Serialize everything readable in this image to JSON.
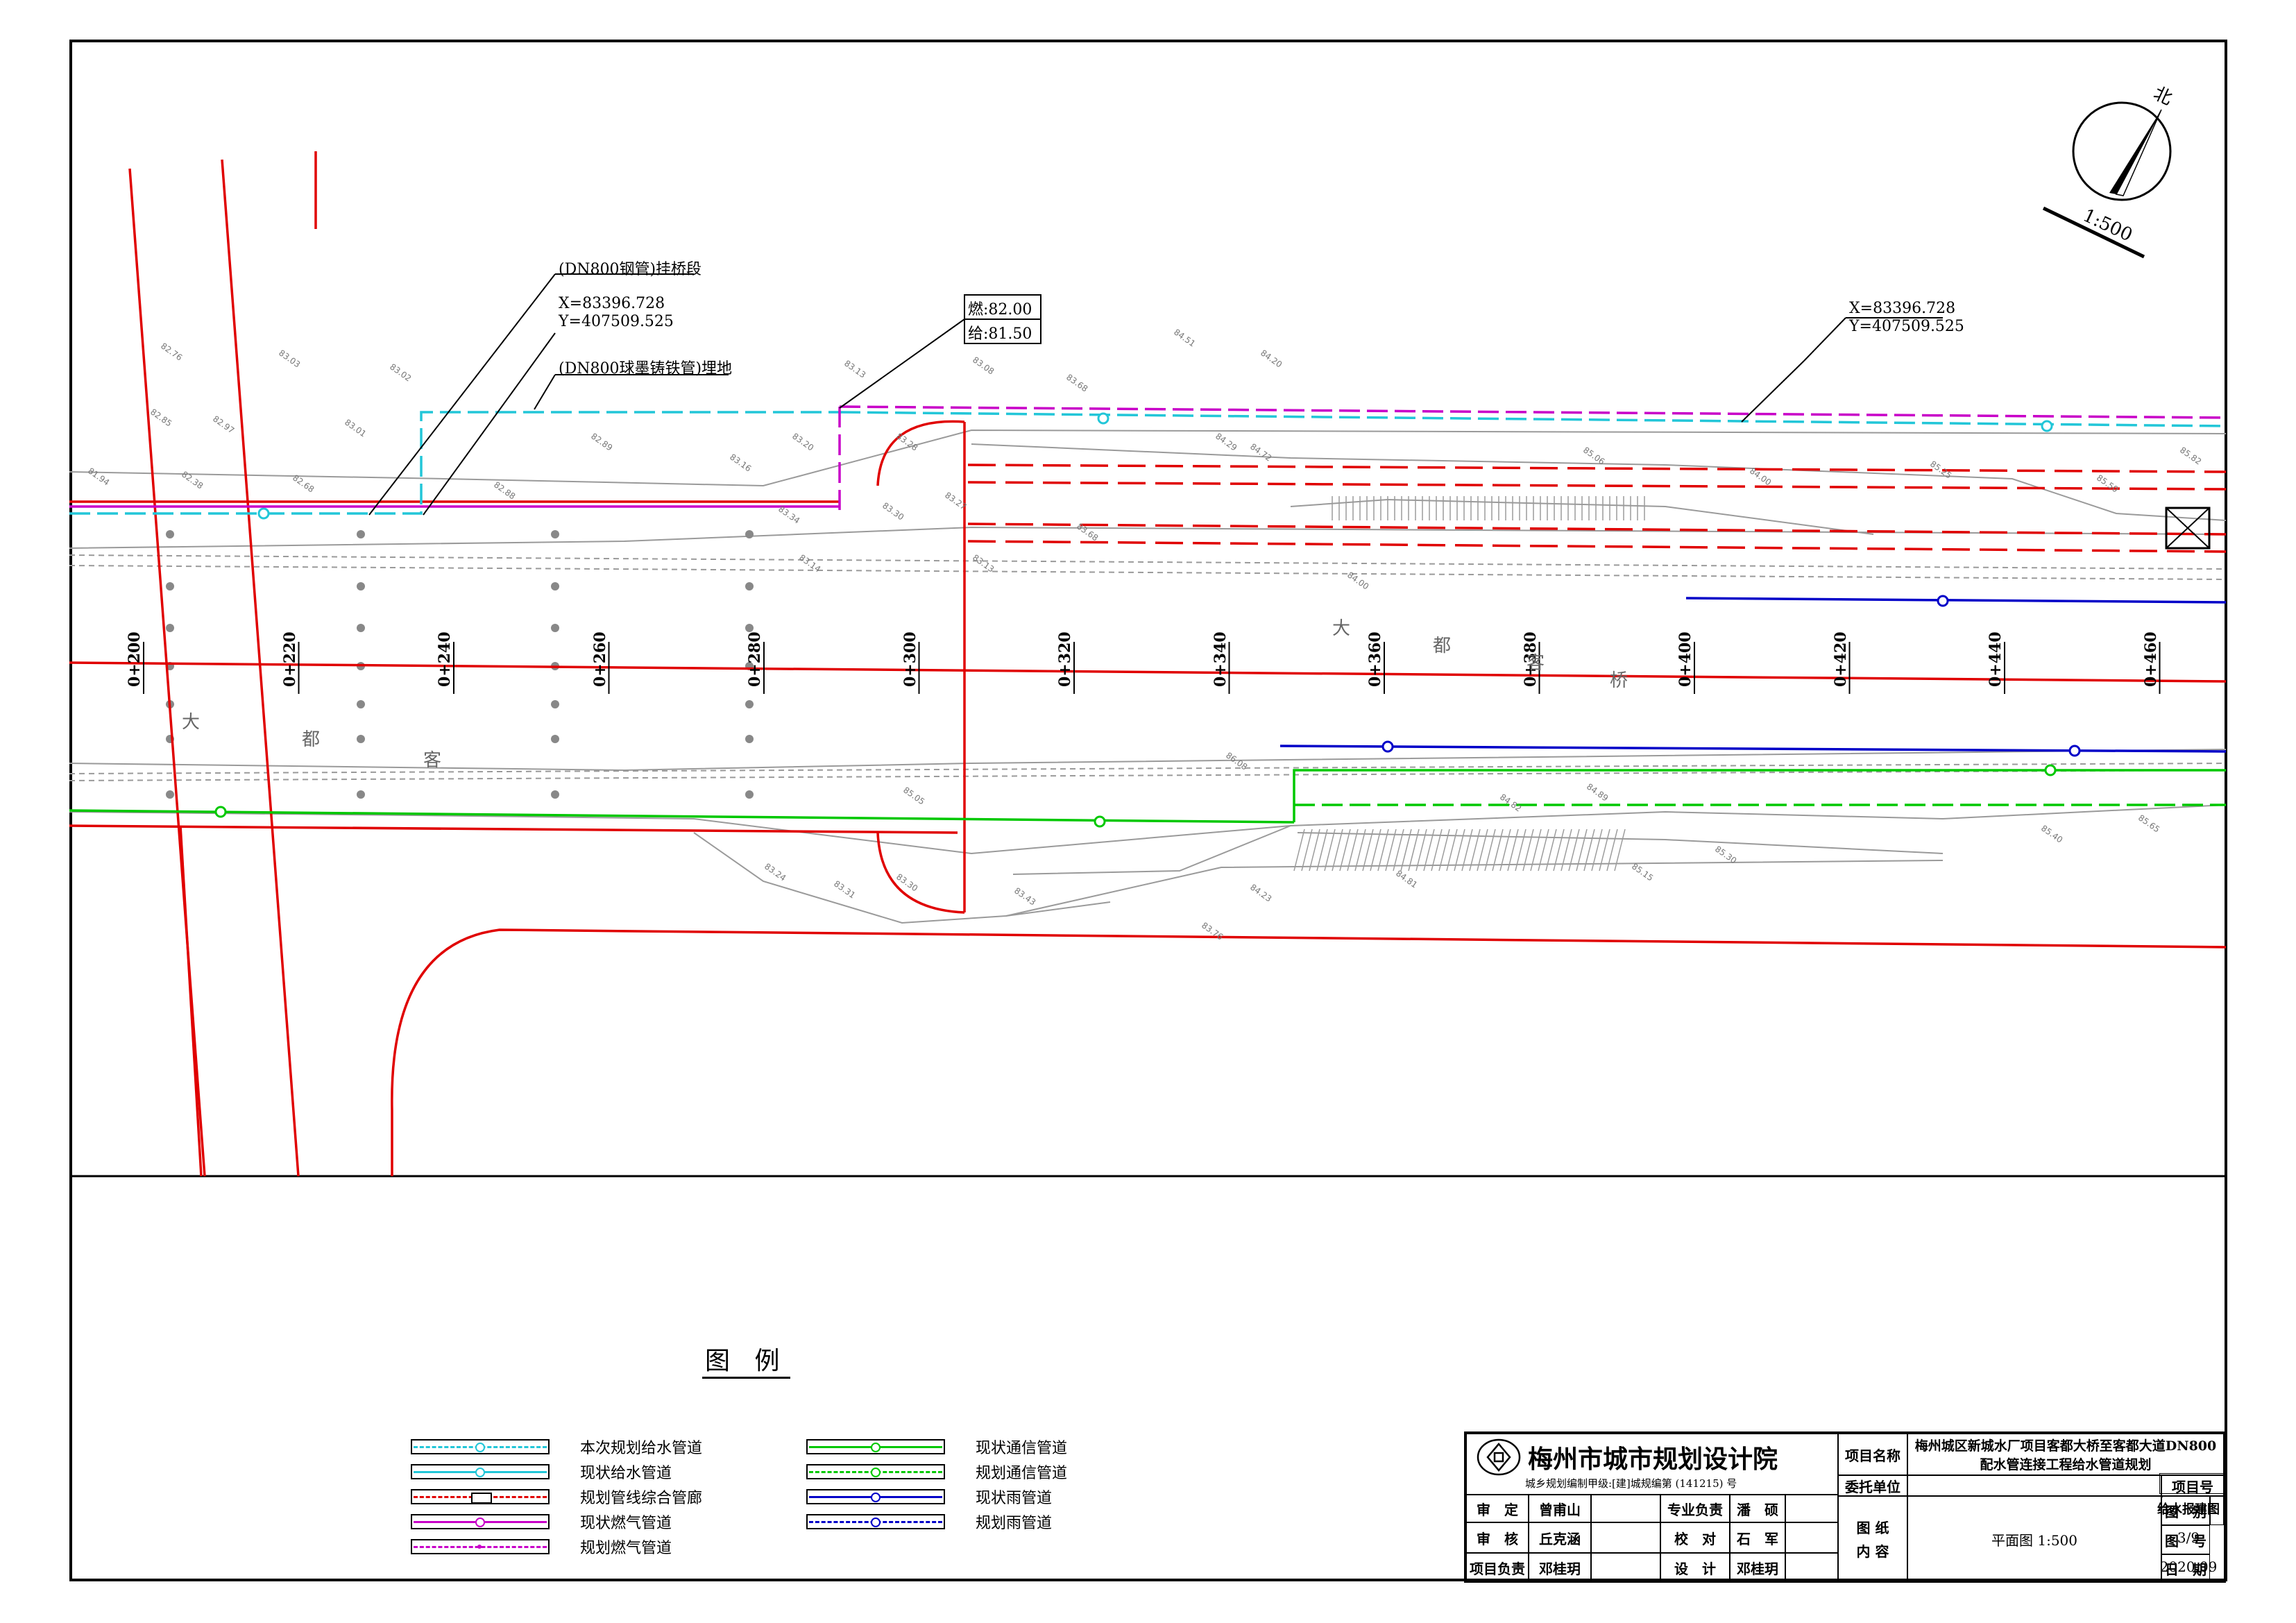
{
  "annotations": {
    "bridge_section": "(DN800钢管)挂桥段",
    "coord_left_x": "X=83396.728",
    "coord_left_y": "Y=407509.525",
    "buried_section": "(DN800球墨铸铁管)埋地",
    "gas_elev": "燃:82.00",
    "water_elev": "给:81.50",
    "coord_right_x": "X=83396.728",
    "coord_right_y": "Y=407509.525",
    "north": "北",
    "scale": "1:500"
  },
  "stations": [
    "0+200",
    "0+220",
    "0+240",
    "0+260",
    "0+280",
    "0+300",
    "0+320",
    "0+340",
    "0+360",
    "0+380",
    "0+400",
    "0+420",
    "0+440",
    "0+460"
  ],
  "road_name_chars": [
    "大",
    "都",
    "客",
    "桥",
    "大",
    "都",
    "客"
  ],
  "elevations": [
    "82.76",
    "83.03",
    "83.02",
    "83.13",
    "83.08",
    "83.68",
    "84.51",
    "84.20",
    "82.85",
    "82.97",
    "83.01",
    "82.89",
    "83.20",
    "83.28",
    "83.16",
    "84.29",
    "84.72",
    "85.06",
    "81.94",
    "82.38",
    "82.68",
    "82.88",
    "83.34",
    "83.30",
    "83.27",
    "84.00",
    "85.25",
    "85.50",
    "85.82",
    "83.14",
    "83.13",
    "83.68",
    "84.00",
    "86.08",
    "85.05",
    "85.40",
    "85.15",
    "85.30",
    "84.89",
    "84.82",
    "84.81",
    "84.23",
    "83.76",
    "83.43",
    "83.31",
    "83.24",
    "83.30",
    "85.65"
  ],
  "legend": {
    "title": "图 例",
    "items": [
      {
        "label": "本次规划给水管道",
        "color": "#22c6d8",
        "style": "dashed",
        "marker": "circle"
      },
      {
        "label": "现状给水管道",
        "color": "#22c6d8",
        "style": "solid",
        "marker": "circle"
      },
      {
        "label": "规划管线综合管廊",
        "color": "#e00000",
        "style": "dashed",
        "marker": "box"
      },
      {
        "label": "现状燃气管道",
        "color": "#c800c8",
        "style": "solid",
        "marker": "circle"
      },
      {
        "label": "规划燃气管道",
        "color": "#c800c8",
        "style": "dashed",
        "marker": "dot"
      },
      {
        "label": "现状通信管道",
        "color": "#00c800",
        "style": "solid",
        "marker": "circle"
      },
      {
        "label": "规划通信管道",
        "color": "#00c800",
        "style": "dashed",
        "marker": "circle"
      },
      {
        "label": "现状雨管道",
        "color": "#0000c8",
        "style": "solid",
        "marker": "circle"
      },
      {
        "label": "规划雨管道",
        "color": "#0000c8",
        "style": "dashed",
        "marker": "circle"
      }
    ]
  },
  "title_block": {
    "institute": "梅州市城市规划设计院",
    "license": "城乡规划编制甲级:[建]城规编第 (141215) 号",
    "project_name_label": "项目名称",
    "project_name_line1": "梅州城区新城水厂项目客都大桥至客都大道DN800",
    "project_name_line2": "配水管连接工程给水管道规划",
    "client_label": "委托单位",
    "client_value": "",
    "project_no_label": "项目号",
    "project_no_value": "",
    "approve_label": "审　定",
    "approve_name": "曾甫山",
    "check_label": "审　核",
    "check_name": "丘克涵",
    "pm_label": "项目负责",
    "pm_name": "邓桂玥",
    "spec_label": "专业负责",
    "spec_name": "潘　硕",
    "proof_label": "校　对",
    "proof_name": "石　军",
    "design_label": "设　计",
    "design_name": "邓桂玥",
    "drawing_content_label": "图 纸\n内 容",
    "drawing_content": "平面图 1:500",
    "category_label": "图　别",
    "category_value": "给水报建图",
    "sheet_label": "图　号",
    "sheet_value": "3/9",
    "date_label": "日　期",
    "date_value": "2020.09"
  },
  "colors": {
    "red": "#e00000",
    "cyan": "#22c6d8",
    "magenta": "#c800c8",
    "green": "#00c800",
    "blue": "#0000c8",
    "grey": "#9a9a9a"
  }
}
